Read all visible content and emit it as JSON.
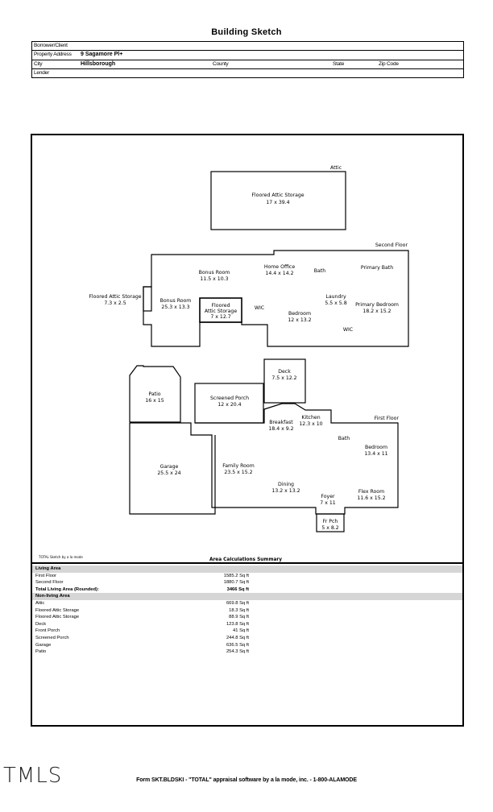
{
  "title": "Building Sketch",
  "header": {
    "borrower_label": "Borrower/Client",
    "address_label": "Property Address",
    "address_value": "9 Sagamore Pl+",
    "city_label": "City",
    "city_value": "Hillsborough",
    "county_label": "County",
    "state_label": "State",
    "zip_label": "Zip Code",
    "lender_label": "Lender"
  },
  "sketch": {
    "attic_label": "Attic",
    "floored_attic_storage_top": "Floored Attic Storage",
    "floored_attic_storage_top_dim": "17 x 39.4",
    "second_floor_label": "Second Floor",
    "bonus_room_1": "Bonus Room",
    "bonus_room_1_dim": "11.5 x 10.3",
    "home_office": "Home Office",
    "home_office_dim": "14.4 x 14.2",
    "bath_2f": "Bath",
    "primary_bath": "Primary Bath",
    "floored_attic_storage_left": "Floored Attic Storage",
    "floored_attic_storage_left_dim": "7.3 x 2.5",
    "bonus_room_2": "Bonus Room",
    "bonus_room_2_dim": "25.3 x 13.3",
    "floored_attic_storage_mid_1": "Floored",
    "floored_attic_storage_mid_2": "Attic Storage",
    "floored_attic_storage_mid_dim": "7 x 12.7",
    "wic_1": "WIC",
    "laundry": "Laundry",
    "laundry_dim": "5.5 x 5.8",
    "primary_bedroom": "Primary Bedroom",
    "primary_bedroom_dim": "18.2 x 15.2",
    "bedroom_2f": "Bedroom",
    "bedroom_2f_dim": "12 x 13.2",
    "wic_2": "WIC",
    "deck": "Deck",
    "deck_dim": "7.5 x 12.2",
    "patio": "Patio",
    "patio_dim": "16 x 15",
    "screened_porch": "Screened Porch",
    "screened_porch_dim": "12 x 20.4",
    "kitchen": "Kitchen",
    "kitchen_dim": "12.3 x 10",
    "breakfast": "Breakfast",
    "breakfast_dim": "18.4 x 9.2",
    "first_floor_label": "First Floor",
    "bath_1f": "Bath",
    "bedroom_1f": "Bedroom",
    "bedroom_1f_dim": "13.4 x 11",
    "garage": "Garage",
    "garage_dim": "25.5 x 24",
    "family_room": "Family Room",
    "family_room_dim": "23.5 x 15.2",
    "dining": "Dining",
    "dining_dim": "13.2 x 13.2",
    "foyer": "Foyer",
    "foyer_dim": "7 x 11",
    "flex_room": "Flex Room",
    "flex_room_dim": "11.6 x 15.2",
    "front_porch": "Fr Pch",
    "front_porch_dim": "5 x 8.2",
    "sketch_credit": "TOTAL Sketch by a la mode",
    "summary_title": "Area Calculations Summary"
  },
  "calc": {
    "living_head": "Living Area",
    "first_floor": {
      "name": "First Floor",
      "value": "1585.2 Sq ft"
    },
    "second_floor": {
      "name": "Second Floor",
      "value": "1880.7 Sq ft"
    },
    "total_living": {
      "name": "Total Living Area (Rounded):",
      "value": "3466 Sq ft"
    },
    "nonliving_head": "Non-living Area",
    "attic": {
      "name": "Attic",
      "value": "669.8 Sq ft"
    },
    "fas_1": {
      "name": "Floored Attic Storage",
      "value": "18.3 Sq ft"
    },
    "fas_2": {
      "name": "Floored Attic Storage",
      "value": "88.9 Sq ft"
    },
    "deck": {
      "name": "Deck",
      "value": "123.8 Sq ft"
    },
    "front_porch": {
      "name": "Front Porch",
      "value": "41 Sq ft"
    },
    "screened_porch": {
      "name": "Screened Porch",
      "value": "244.8 Sq ft"
    },
    "garage": {
      "name": "Garage",
      "value": "636.5 Sq ft"
    },
    "patio": {
      "name": "Patio",
      "value": "254.3 Sq ft"
    }
  },
  "footer": "Form SKT.BLDSKI - \"TOTAL\" appraisal software by a la mode, inc. - 1-800-ALAMODE",
  "logo": "TMLS"
}
